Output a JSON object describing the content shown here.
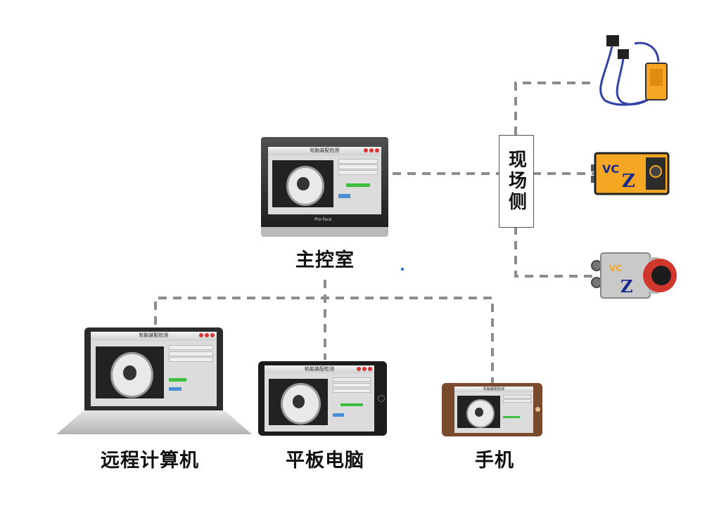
{
  "diagram": {
    "side_label": "现场侧",
    "main_label": "主控室",
    "remote_label": "远程计算机",
    "tablet_label": "平板电脑",
    "phone_label": "手机",
    "screen_title": "轮胎装配检测",
    "logo_text": "Pro-face"
  },
  "colors": {
    "connector": "#8c8c8c",
    "camera_orange": "#f5a623",
    "lens_red": "#d0382e",
    "pro_silver": "#c9c9c9"
  },
  "icons": [
    "industrial-panel-icon",
    "laptop-icon",
    "tablet-icon",
    "phone-icon",
    "camera-sensor-icon",
    "smart-camera-icon",
    "pro-camera-icon"
  ]
}
